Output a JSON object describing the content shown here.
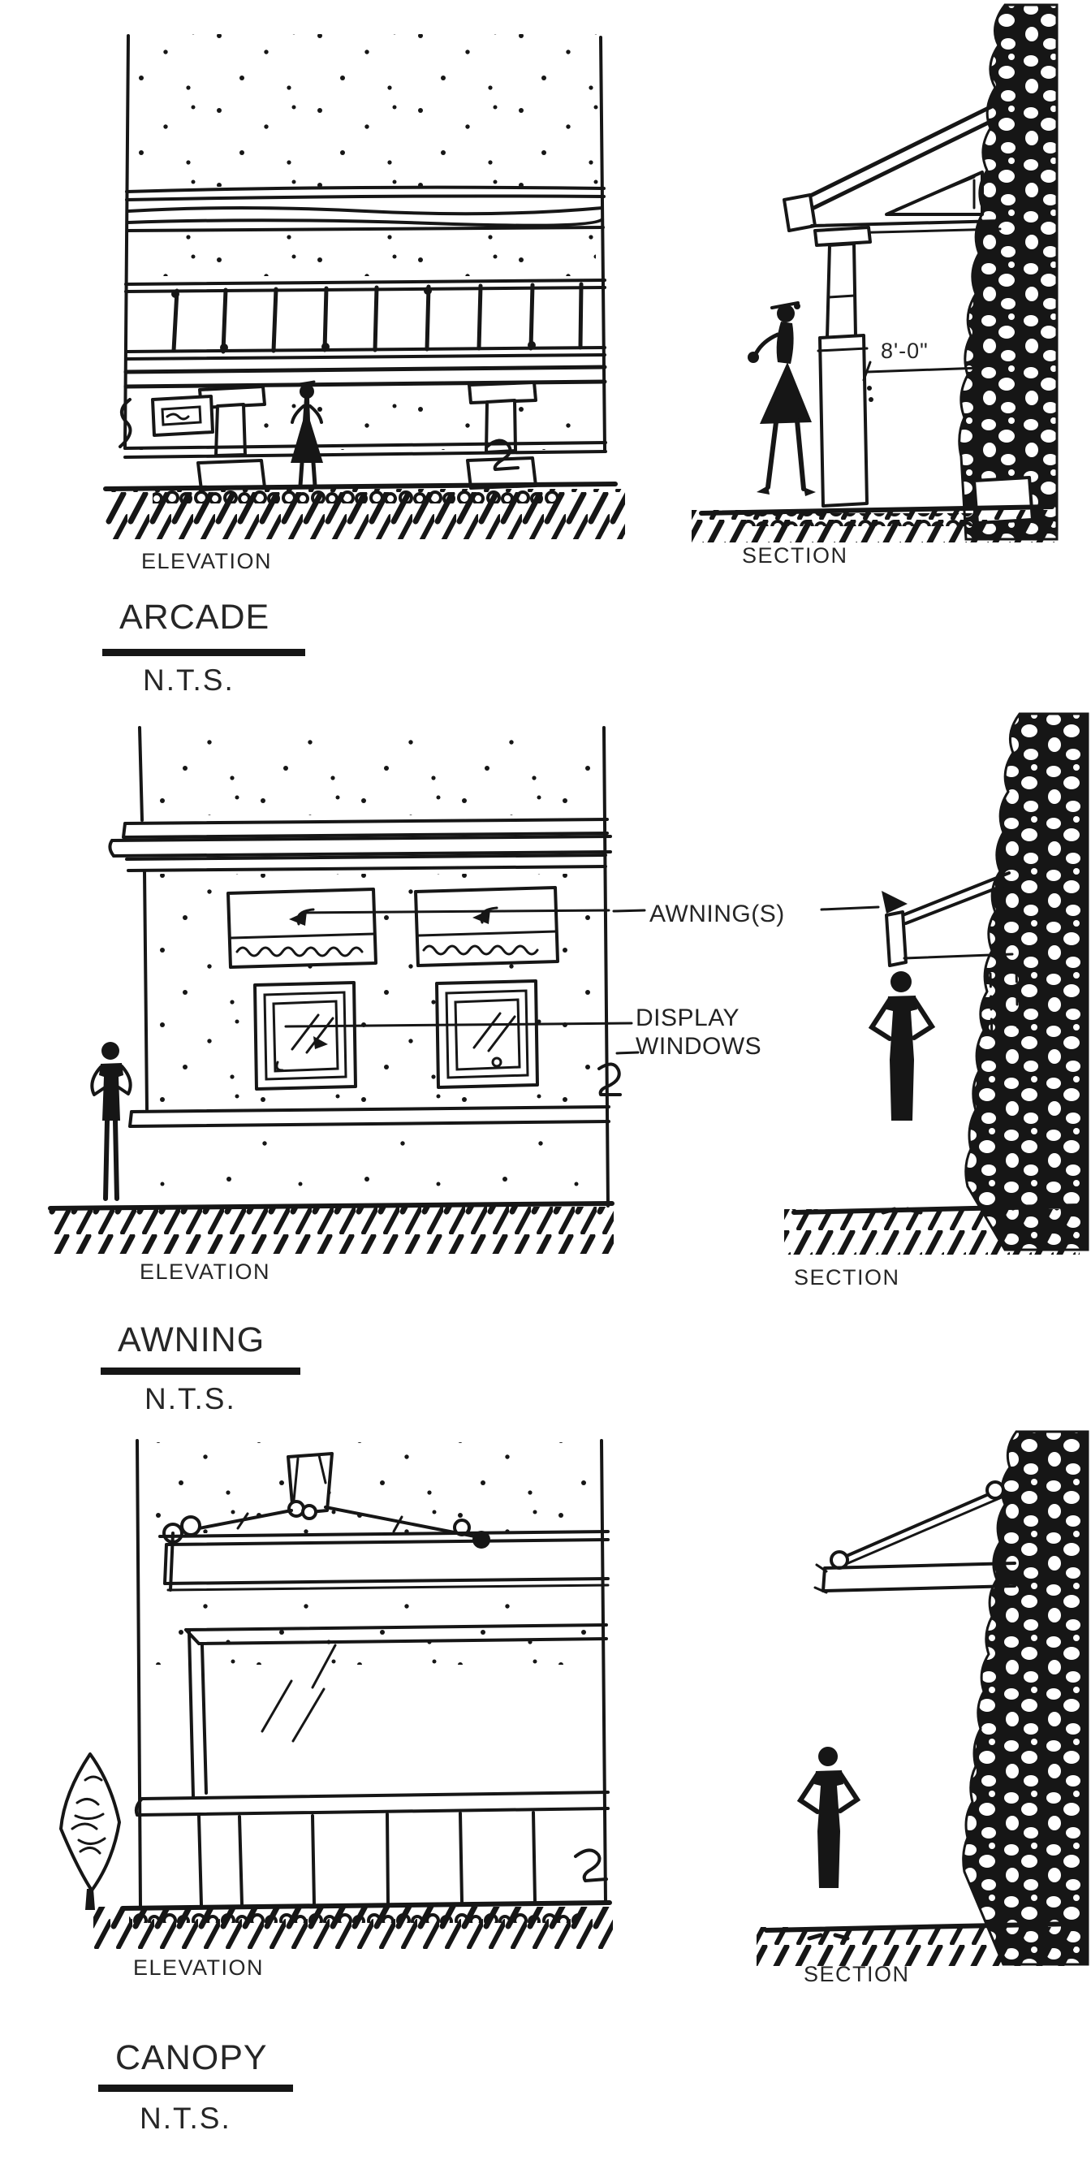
{
  "sheet": {
    "background": "#ffffff",
    "ink_color": "#161616"
  },
  "figures": {
    "arcade": {
      "title": "ARCADE",
      "scale_label": "N.T.S.",
      "elevation_view_label": "ELEVATION",
      "section_view_label": "SECTION",
      "section_dimension": "8'-0\""
    },
    "awning": {
      "title": "AWNING",
      "scale_label": "N.T.S.",
      "elevation_view_label": "ELEVATION",
      "section_view_label": "SECTION",
      "awning_callout": "AWNING(S)",
      "display_windows_callout_line1": "DISPLAY",
      "display_windows_callout_line2": "WINDOWS"
    },
    "canopy": {
      "title": "CANOPY",
      "scale_label": "N.T.S.",
      "elevation_view_label": "ELEVATION",
      "section_view_label": "SECTION"
    }
  }
}
